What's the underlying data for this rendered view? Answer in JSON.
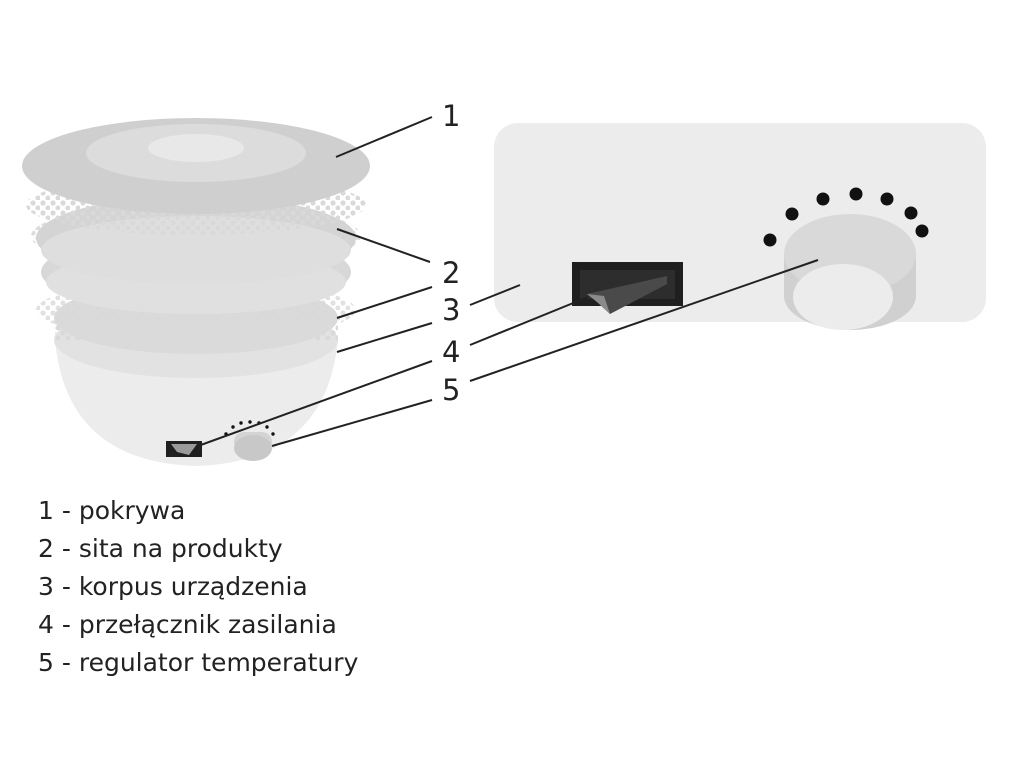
{
  "callout_numbers": [
    "1",
    "2",
    "3",
    "4",
    "5"
  ],
  "legend": [
    {
      "number": "1",
      "separator": "-",
      "label": "pokrywa"
    },
    {
      "number": "2",
      "separator": "-",
      "label": "sita na produkty"
    },
    {
      "number": "3",
      "separator": "-",
      "label": "korpus urządzenia"
    },
    {
      "number": "4",
      "separator": "-",
      "label": "przełącznik zasilania"
    },
    {
      "number": "5",
      "separator": "-",
      "label": "regulator temperatury"
    }
  ],
  "colors": {
    "lid": "#cfcfcf",
    "lid_center": "#dedede",
    "tray": "#d6d6d6",
    "base": "#ececec",
    "panel": "#ececec",
    "switch_frame": "#1f1f1f",
    "rocker": "#4a4a4a",
    "knob": "#d4d4d4",
    "leader_line": "#222222",
    "dots": "#111111"
  }
}
